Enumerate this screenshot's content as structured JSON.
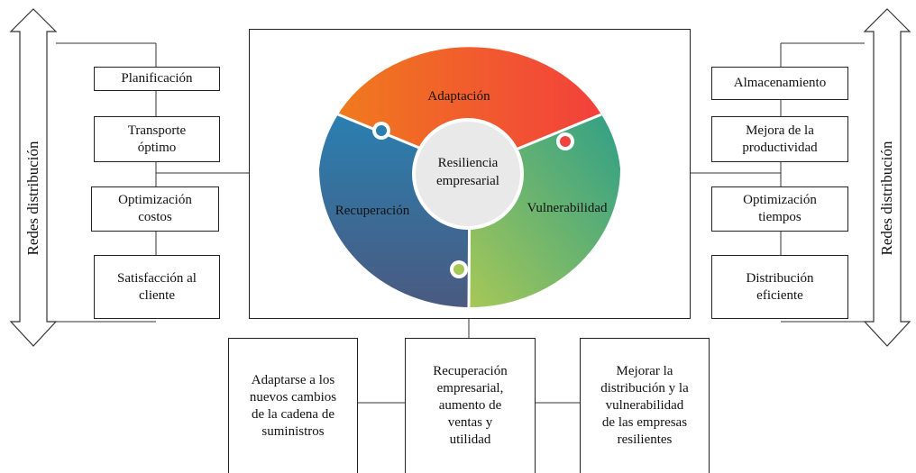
{
  "side_label_left": "Redes distribución",
  "side_label_right": "Redes distribución",
  "left_boxes": [
    "Planificación",
    "Transporte\nóptimo",
    "Optimización\ncostos",
    "Satisfacción al\ncliente"
  ],
  "right_boxes": [
    "Almacenamiento",
    "Mejora de la\nproductividad",
    "Optimización\ntiempos",
    "Distribución\neficiente"
  ],
  "wheel": {
    "center": "Resiliencia\nempresarial",
    "segments": [
      "Adaptación",
      "Recuperación",
      "Vulnerabilidad"
    ]
  },
  "bottom_boxes": [
    "Adaptarse a los\nnuevos cambios\nde la cadena de\nsuministros",
    "Recuperación\nempresarial,\naumento de\nventas y\nutilidad",
    "Mejorar la\ndistribución y la\nvulnerabilidad\nde las empresas\nresilientes"
  ],
  "colors": {
    "adaptacion": [
      "#f07a1e",
      "#f2403c"
    ],
    "recuperacion": [
      "#2a7fb0",
      "#465c82"
    ],
    "vulnerabilidad": [
      "#9cc45a",
      "#35a283"
    ],
    "center": "#e9e9e9"
  }
}
